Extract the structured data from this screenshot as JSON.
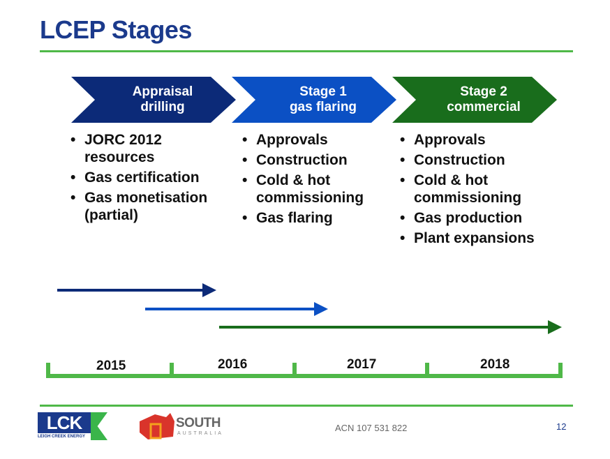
{
  "title": "LCEP Stages",
  "stages": [
    {
      "line1": "Appraisal",
      "line2": "drilling",
      "color": "#0c2a78",
      "bullets": [
        "JORC 2012 resources",
        "Gas certification",
        "Gas monetisation (partial)"
      ]
    },
    {
      "line1": "Stage 1",
      "line2": "gas flaring",
      "color": "#0b50c4",
      "bullets": [
        "Approvals",
        "Construction",
        "Cold & hot commissioning",
        "Gas flaring"
      ]
    },
    {
      "line1": "Stage 2",
      "line2": "commercial",
      "color": "#196d1c",
      "bullets": [
        "Approvals",
        "Construction",
        "Cold & hot commissioning",
        "Gas production",
        "Plant expansions"
      ]
    }
  ],
  "years": [
    "2015",
    "2016",
    "2017",
    "2018"
  ],
  "footer": {
    "acn": "ACN 107 531 822",
    "page": "12",
    "logo1": "LCK",
    "logo1_sub": "LEIGH CREEK ENERGY",
    "logo2": "SOUTH",
    "logo2_sub": "AUSTRALIA"
  }
}
